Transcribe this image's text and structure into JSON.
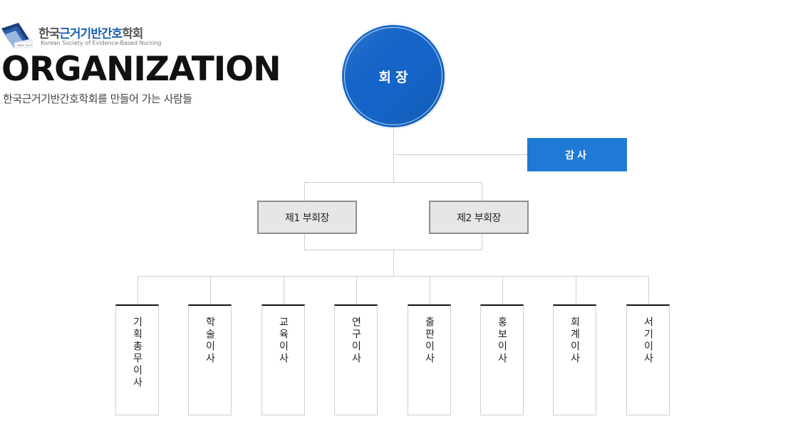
{
  "header": {
    "logo_name_prefix": "한국",
    "logo_name_highlight": "근거기반간호",
    "logo_name_suffix": "학회",
    "logo_badge": "SINCE 2017",
    "logo_english": "Korean Society of Evidence-Based Nursing",
    "title": "ORGANIZATION",
    "subtitle": "한국근거기반간호학회를 만들어 가는 사람들"
  },
  "org": {
    "president": "회장",
    "auditor": "감사",
    "vice_presidents": [
      "제1 부회장",
      "제2 부회장"
    ],
    "directors": [
      "기획총무이사",
      "학술이사",
      "교육이사",
      "연구이사",
      "출판이사",
      "홍보이사",
      "회계이사",
      "서기이사"
    ]
  },
  "colors": {
    "primary": "#1565c8",
    "auditor": "#1e7ad4",
    "vp_fill": "#e6e6e6",
    "vp_border": "#8f8f8f",
    "line": "#cfcfcf"
  }
}
